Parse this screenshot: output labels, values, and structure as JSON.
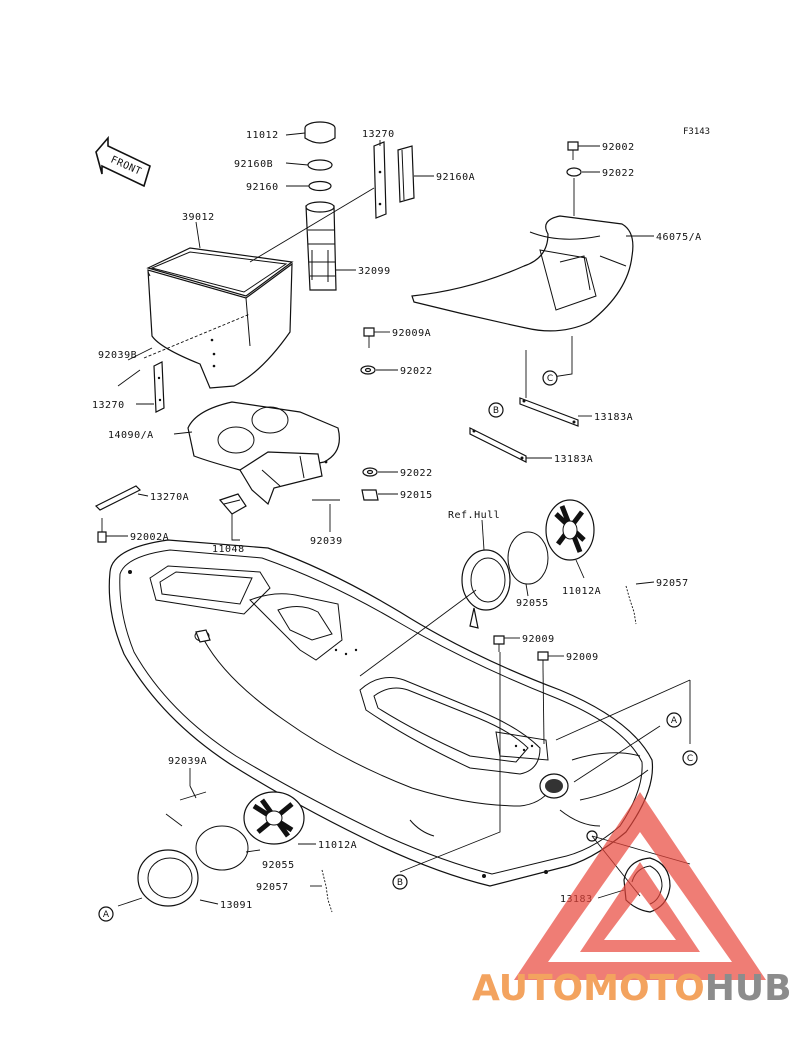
{
  "figure_code": "F3143",
  "front_label": "FRONT",
  "ref_hull": "Ref.Hull",
  "callouts": {
    "a": "A",
    "b": "B",
    "c": "C"
  },
  "labels": {
    "p11012": "11012",
    "p13270_top": "13270",
    "p92160b": "92160B",
    "p92160": "92160",
    "p92160a": "92160A",
    "p39012": "39012",
    "p32099": "32099",
    "p92039b": "92039B",
    "p13270_left": "13270",
    "p14090a": "14090/A",
    "p92009a": "92009A",
    "p92022_a": "92022",
    "p92022_b": "92022",
    "p92015": "92015",
    "p13270a": "13270A",
    "p92002a": "92002A",
    "p11048": "11048",
    "p92039": "92039",
    "p92002": "92002",
    "p92022_top": "92022",
    "p46075a": "46075/A",
    "p13183a_1": "13183A",
    "p13183a_2": "13183A",
    "p92055_top": "92055",
    "p11012a_top": "11012A",
    "p92057_top": "92057",
    "p92009_a": "92009",
    "p92009_b": "92009",
    "p92039a": "92039A",
    "p11012a_bot": "11012A",
    "p92055_bot": "92055",
    "p92057_bot": "92057",
    "p13091": "13091",
    "p13183": "13183"
  },
  "watermark": {
    "part1": "AUTOMOTO",
    "part2": "HUB",
    "color1": "#f3a35f",
    "color2": "#8c8c8c",
    "logo_color": "#e8443a"
  }
}
